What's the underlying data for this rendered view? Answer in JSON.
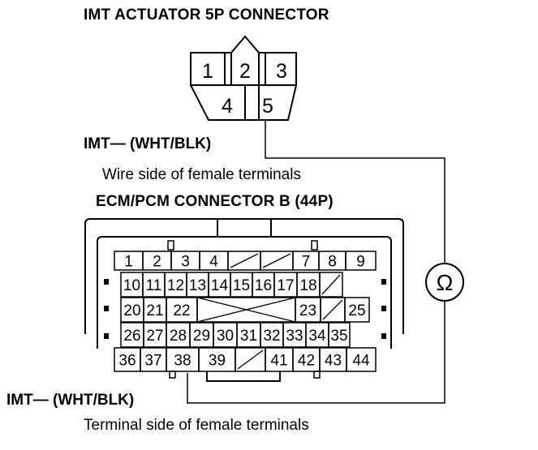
{
  "titles": {
    "imt_connector": "IMT ACTUATOR 5P CONNECTOR",
    "ecm_connector": "ECM/PCM CONNECTOR B (44P)"
  },
  "captions": {
    "wire_side": "Wire side of female terminals",
    "terminal_side": "Terminal side of female terminals"
  },
  "wire_labels": {
    "imt_top": "IMT— (WHT/BLK)",
    "imt_bottom": "IMT— (WHT/BLK)"
  },
  "meter_symbol": "Ω",
  "imt_pins": [
    "1",
    "2",
    "3",
    "4",
    "5"
  ],
  "ecm_rows": [
    [
      "1",
      "2",
      "3",
      "4",
      "",
      "",
      "7",
      "8",
      "9"
    ],
    [
      "10",
      "11",
      "12",
      "13",
      "14",
      "15",
      "16",
      "17",
      "18",
      ""
    ],
    [
      "20",
      "21",
      "22",
      "",
      "",
      "",
      "",
      "23",
      "",
      "25"
    ],
    [
      "26",
      "27",
      "28",
      "29",
      "30",
      "31",
      "32",
      "33",
      "34",
      "35"
    ],
    [
      "36",
      "37",
      "38",
      "39",
      "",
      "41",
      "42",
      "43",
      "44"
    ]
  ]
}
